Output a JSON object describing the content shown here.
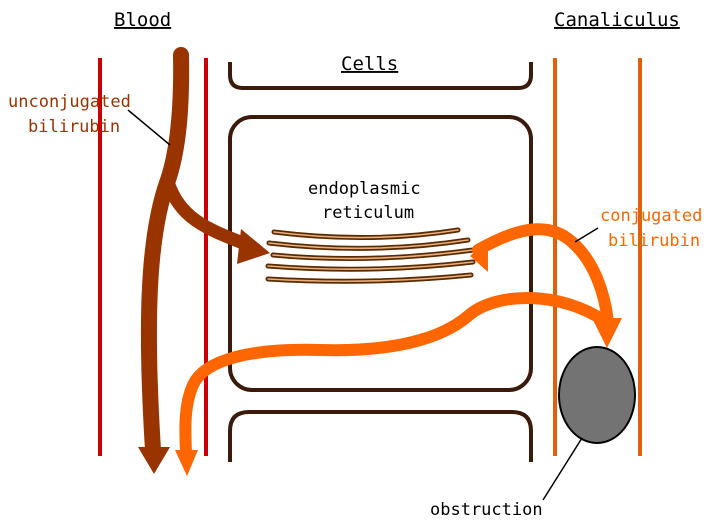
{
  "headers": {
    "blood": "Blood",
    "cells": "Cells",
    "canaliculus": "Canaliculus"
  },
  "labels": {
    "unconjugated_line1": "unconjugated",
    "unconjugated_line2": "bilirubin",
    "er_line1": "endoplasmic",
    "er_line2": "reticulum",
    "conjugated_line1": "conjugated",
    "conjugated_line2": "bilirubin",
    "obstruction": "obstruction"
  },
  "colors": {
    "blood_vessel": "#cc0000",
    "cell_outline": "#3a1a0a",
    "unconjugated": "#993300",
    "conjugated": "#ff6600",
    "canaliculus_wall": "#e35f0a",
    "obstruction_fill": "#737373",
    "text": "#000000"
  }
}
